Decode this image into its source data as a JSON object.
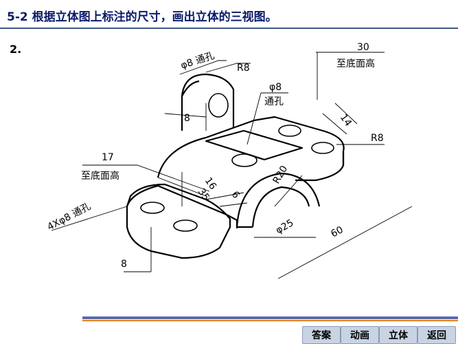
{
  "header": {
    "title": "5-2 根据立体图上标注的尺寸，画出立体的三视图。"
  },
  "problem": {
    "number": "2."
  },
  "annotations": {
    "phi8_through_top": "φ8 通孔",
    "r8_top": "R8",
    "dim_8_left": "8",
    "phi8": "φ8",
    "through_hole": "通孔",
    "dim_30": "30",
    "to_bottom_height_right": "至底面高",
    "dim_14": "14",
    "r8_right": "R8",
    "dim_17": "17",
    "to_bottom_height_left": "至底面高",
    "dim_16": "16",
    "dim_35": "35",
    "dim_6": "6",
    "r20": "R20",
    "four_phi8": "4Xφ8 通孔",
    "phi25": "φ25",
    "dim_60": "60",
    "dim_8_bottom": "8"
  },
  "nav": {
    "answer": "答案",
    "animation": "动画",
    "solid": "立体",
    "back": "返回"
  }
}
